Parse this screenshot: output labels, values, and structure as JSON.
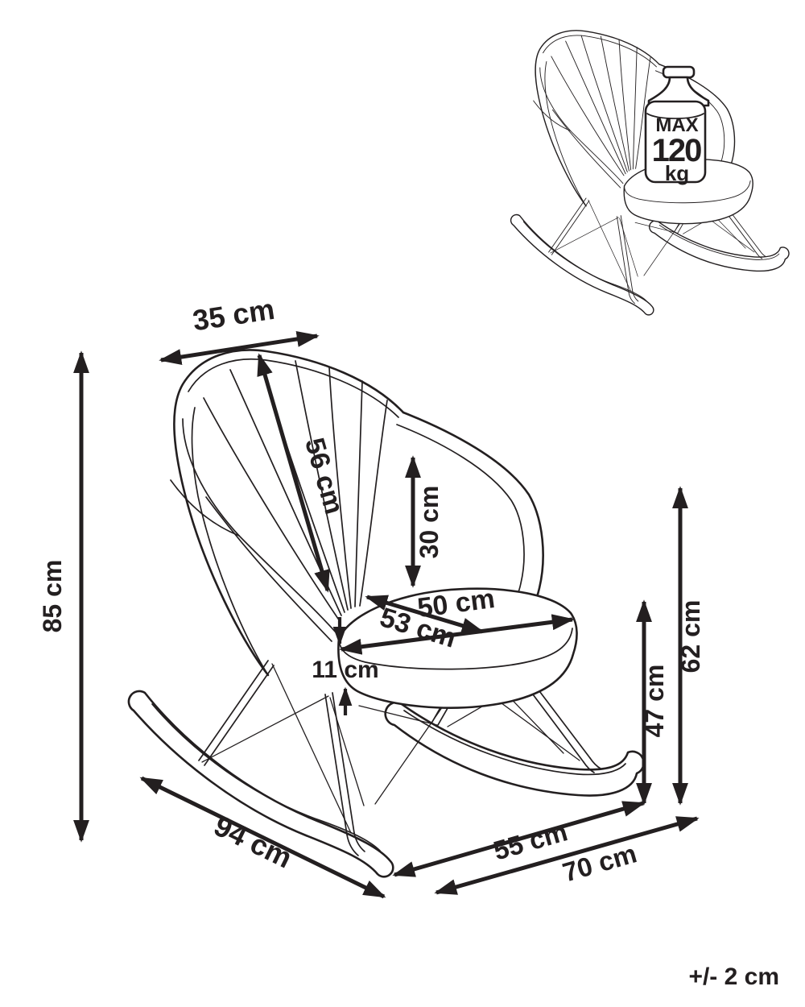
{
  "diagram": {
    "background": "#ffffff",
    "ink_color": "#231f20",
    "tolerance_note": "+/- 2 cm",
    "weight_limit": {
      "max_label": "MAX",
      "value": "120",
      "unit": "kg"
    },
    "dimensions": {
      "top_width": "35 cm",
      "backrest_length": "56 cm",
      "armrest_above_seat": "30 cm",
      "overall_height": "85 cm",
      "seat_depth": "53 cm",
      "seat_width": "50 cm",
      "cushion_thickness": "11 cm",
      "seat_height": "47 cm",
      "armrest_height": "62 cm",
      "rocker_length": "94 cm",
      "base_depth_inner": "55 cm",
      "base_depth_outer": "70 cm"
    }
  }
}
